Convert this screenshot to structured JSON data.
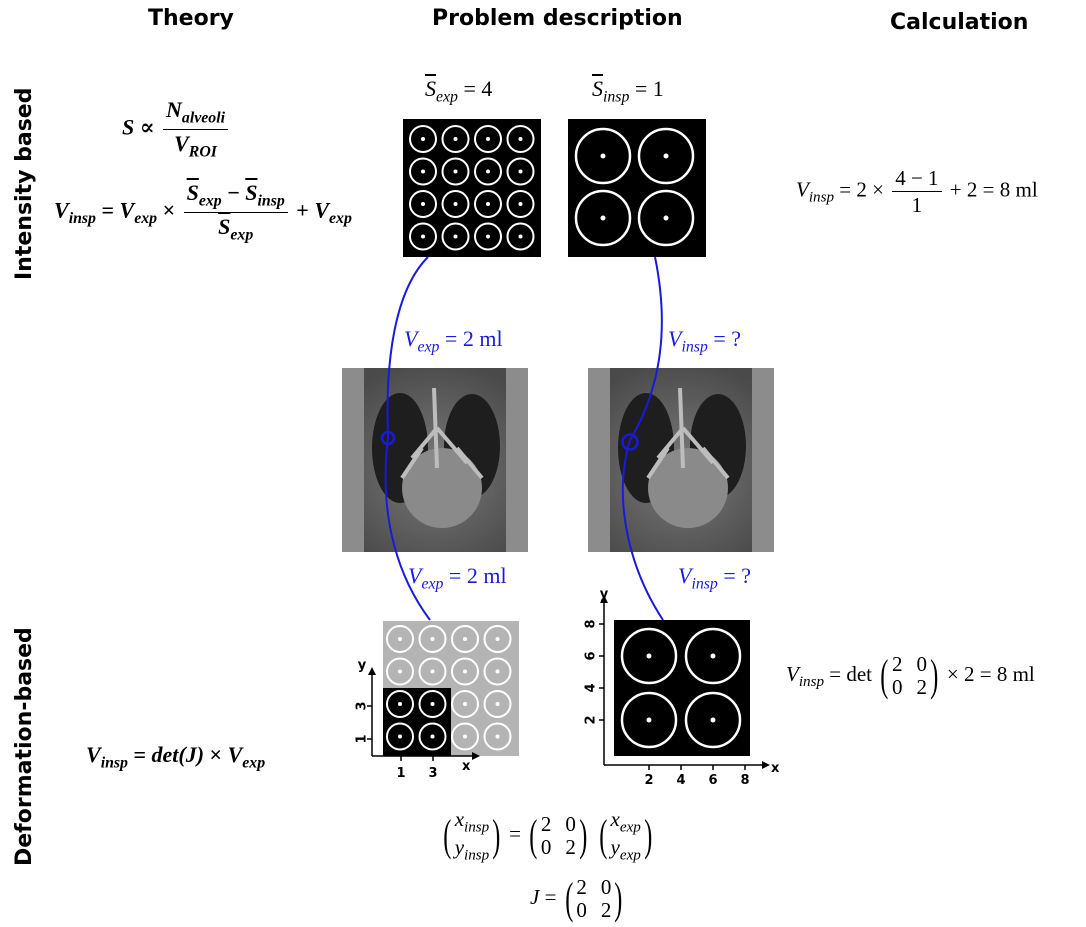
{
  "headers": {
    "theory": "Theory",
    "problem": "Problem description",
    "calculation": "Calculation"
  },
  "rows": {
    "intensity": "Intensity based",
    "deformation": "Deformation-based"
  },
  "theory": {
    "prop_S": "S",
    "prop_sym": "∝",
    "prop_num": "N",
    "prop_num_sub": "alveoli",
    "prop_den": "V",
    "prop_den_sub": "ROI",
    "eq_lhs": "V",
    "eq_lhs_sub": "insp",
    "eq_v": "V",
    "eq_v_sub": "exp",
    "times": "×",
    "eq_num_a": "S",
    "eq_num_a_sub": "exp",
    "minus": "−",
    "eq_num_b": "S",
    "eq_num_b_sub": "insp",
    "eq_den": "S",
    "eq_den_sub": "exp",
    "plus": "+",
    "eq_tail": "V",
    "eq_tail_sub": "exp",
    "def_lhs": "V",
    "def_lhs_sub": "insp",
    "def_eq": "=",
    "def_det": "det(J)",
    "def_rhs": "V",
    "def_rhs_sub": "exp"
  },
  "problem": {
    "s_exp_label": "S",
    "s_exp_sub": "exp",
    "s_exp_value": "= 4",
    "s_insp_label": "S",
    "s_insp_sub": "insp",
    "s_insp_value": "= 1",
    "v_exp_label": "V",
    "v_exp_sub": "exp",
    "v_exp_value": "= 2 ml",
    "v_insp_label": "V",
    "v_insp_sub": "insp",
    "v_insp_value": "= ?",
    "transform_lhs_top": "x",
    "transform_lhs_top_sub": "insp",
    "transform_lhs_bot": "y",
    "transform_lhs_bot_sub": "insp",
    "transform_eq": "=",
    "matrix": [
      "2",
      "0",
      "0",
      "2"
    ],
    "transform_rhs_top": "x",
    "transform_rhs_top_sub": "exp",
    "transform_rhs_bot": "y",
    "transform_rhs_bot_sub": "exp",
    "jacobian_lhs": "J",
    "jacobian_eq": "="
  },
  "axes": {
    "left_x_ticks": [
      "1",
      "3"
    ],
    "left_y_ticks": [
      "1",
      "3"
    ],
    "right_x_ticks": [
      "2",
      "4",
      "6",
      "8"
    ],
    "right_y_ticks": [
      "2",
      "4",
      "6",
      "8"
    ],
    "x_label": "x",
    "y_label": "y"
  },
  "calculation": {
    "int_lhs": "V",
    "int_lhs_sub": "insp",
    "int_eq": "= 2 ×",
    "int_num": "4 − 1",
    "int_den": "1",
    "int_tail": "+ 2 = 8 ml",
    "def_lhs": "V",
    "def_lhs_sub": "insp",
    "def_eq": "= det",
    "def_tail": "× 2 = 8 ml"
  },
  "colors": {
    "connector": "#1a1adc",
    "tile_dark": "#000000",
    "tile_light": "#b4b4b4"
  }
}
